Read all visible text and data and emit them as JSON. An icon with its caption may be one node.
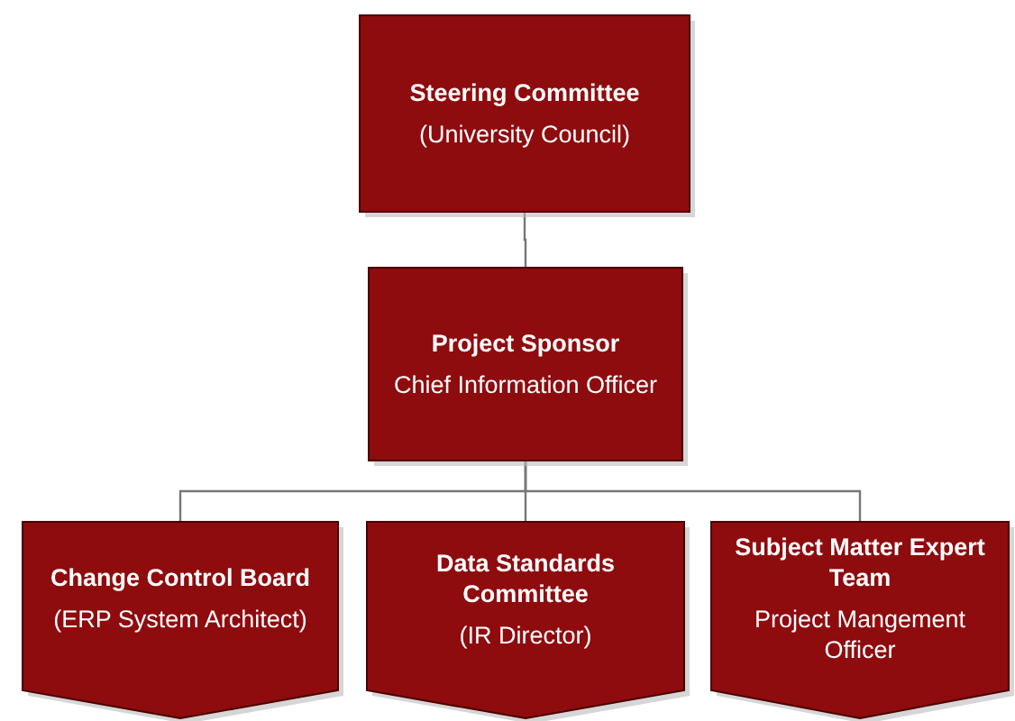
{
  "diagram": {
    "nodes": [
      {
        "text": [
          "Steering Committee",
          "(University Council)"
        ]
      },
      {
        "text": [
          "Project Sponsor",
          "Chief Information Officer"
        ]
      },
      {
        "text": [
          "Change Control Board",
          "(ERP System Architect)"
        ]
      },
      {
        "text": [
          "Data Standards Committee",
          "(IR Director)"
        ]
      },
      {
        "text": [
          "Subject Matter Expert Team",
          "Project Mangement Officer"
        ]
      }
    ],
    "edges": [
      {
        "from": 0,
        "to": 1,
        "arrow": "none"
      },
      {
        "from": 1,
        "to": 2,
        "arrow": "none"
      },
      {
        "from": 1,
        "to": 3,
        "arrow": "none"
      },
      {
        "from": 1,
        "to": 4,
        "arrow": "none"
      }
    ]
  }
}
